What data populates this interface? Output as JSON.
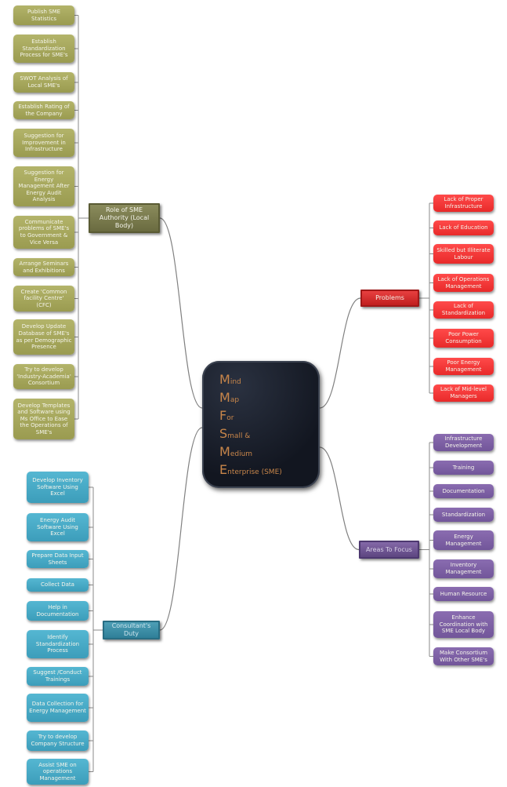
{
  "center": {
    "lines": [
      {
        "initial": "M",
        "rest": "ind"
      },
      {
        "initial": "M",
        "rest": "ap"
      },
      {
        "initial": "F",
        "rest": "or"
      },
      {
        "initial": "S",
        "rest": "mall &"
      },
      {
        "initial": "M",
        "rest": "edium"
      },
      {
        "initial": "E",
        "rest": "nterprise (SME)"
      }
    ]
  },
  "branches": {
    "role": {
      "label": "Role of SME Authority (Local Body)",
      "children": [
        "Publish SME Statistics",
        "Establish Standardization Process for SME's",
        "SWOT Analysis of Local SME's",
        "Establish Rating of the Company",
        "Suggestion for Improvement  in Infrastructure",
        "Suggestion for Energy Management After Energy Audit Analysis",
        "Communicate problems of SME's to Government & Vice Versa",
        "Arrange Seminars and Exhibitions",
        "Create 'Common facility Centre' (CFC)",
        "Develop Update Database of SME's as per Demographic Presence",
        "Try to develop 'Industry-Academia' Consortium",
        "Develop Templates and Software using Ms Office to Ease the Operations of SME's"
      ]
    },
    "problems": {
      "label": "Problems",
      "children": [
        "Lack of Proper Infrastructure",
        "Lack of Education",
        "Skilled but Illiterate Labour",
        "Lack of Operations Management",
        "Lack of Standardization",
        "Poor Power Consumption",
        "Poor Energy Management",
        "Lack of Mid-level Managers"
      ]
    },
    "areas": {
      "label": "Areas To Focus",
      "children": [
        "Infrastructure Development",
        "Training",
        "Documentation",
        "Standardization",
        "Energy Management",
        "Inventory Management",
        "Human Resource",
        "Enhance Coordination with SME Local Body",
        "Make Consortium With Other  SME's"
      ]
    },
    "consultant": {
      "label": "Consultant's Duty",
      "children": [
        "Develop Inventory Software Using Excel",
        "Energy Audit Software Using Excel",
        "Prepare Data Input Sheets",
        "Collect Data",
        "Help in Documentation",
        "Identify Standardization Process",
        "Suggest /Conduct Trainings",
        "Data Collection for Energy Management",
        "Try to develop Company Structure",
        "Assist SME on operations Management"
      ]
    }
  },
  "colors": {
    "role": "#a3a45a",
    "problems": "#f23434",
    "areas": "#7b5fa3",
    "consultant": "#47a9c5",
    "center_text": "#c8864a"
  }
}
